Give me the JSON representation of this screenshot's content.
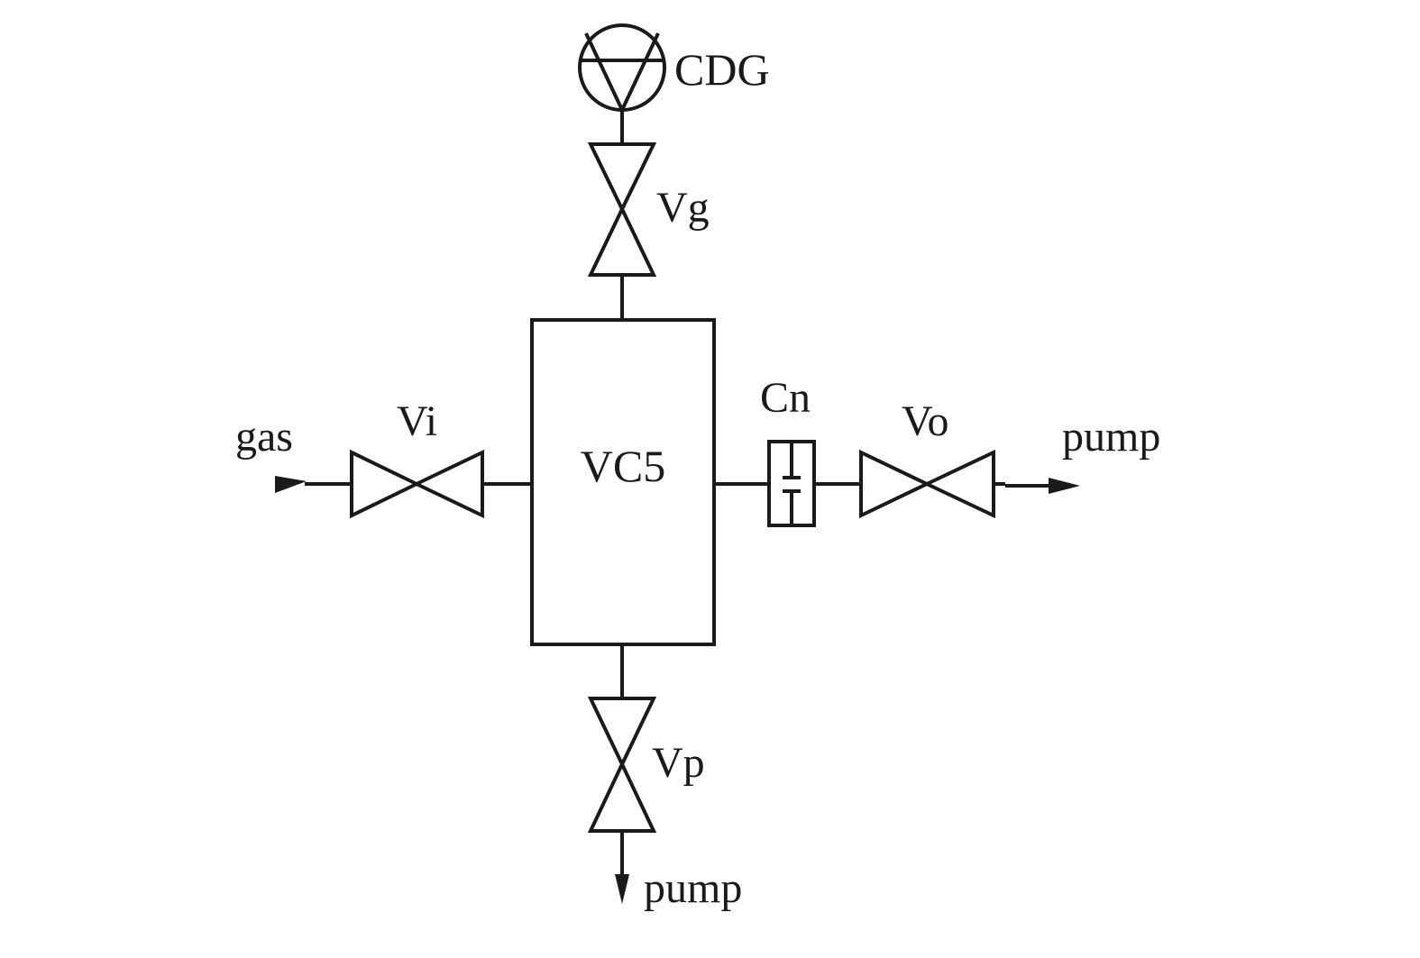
{
  "labels": {
    "gauge": "CDG",
    "valve_gauge": "Vg",
    "chamber": "VC5",
    "valve_inlet": "Vi",
    "gas_inlet": "gas",
    "conductance": "Cn",
    "valve_outlet": "Vo",
    "pump_right": "pump",
    "valve_pump": "Vp",
    "pump_bottom": "pump"
  }
}
